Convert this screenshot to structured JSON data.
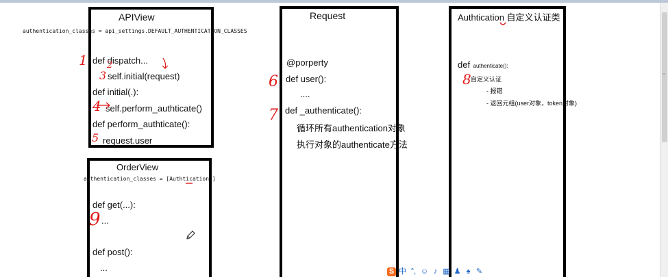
{
  "apiview": {
    "title": "APIView",
    "config": "authentication_classes = api_settings.DEFAULT_AUTHENTICATION_CLASSES",
    "lines": [
      "def dispatch...",
      "self.initial(request)",
      "def initial(.):",
      "self.perform_authticate()",
      "def perform_authticate():",
      "request.user"
    ]
  },
  "orderview": {
    "title": "OrderView",
    "config": "authentication_classes = [Authtication,]",
    "lines": [
      "def get(...):",
      "...",
      "def post():",
      "..."
    ]
  },
  "request": {
    "title": "Request",
    "lines": [
      "@porperty",
      "def user():",
      "....",
      "def _authenticate():",
      "循环所有authentication对象",
      "执行对象的authenticate方法"
    ]
  },
  "authtication": {
    "title": "Authtication 自定义认证类",
    "def_keyword": "def",
    "def_name": "authenticate():",
    "lines": [
      "自定义认证",
      "- 报错",
      "- 返回元组(user对象，token对象)"
    ]
  },
  "annotations": [
    "1",
    "2",
    "3",
    "4",
    "5",
    "6",
    "7",
    "8",
    "9"
  ],
  "icons": [
    "pencil-icon",
    "ime-toolbar-icons"
  ],
  "colors": {
    "annotation": "#e01818",
    "box_border": "#000000",
    "ime_brand": "#f36b1c"
  }
}
